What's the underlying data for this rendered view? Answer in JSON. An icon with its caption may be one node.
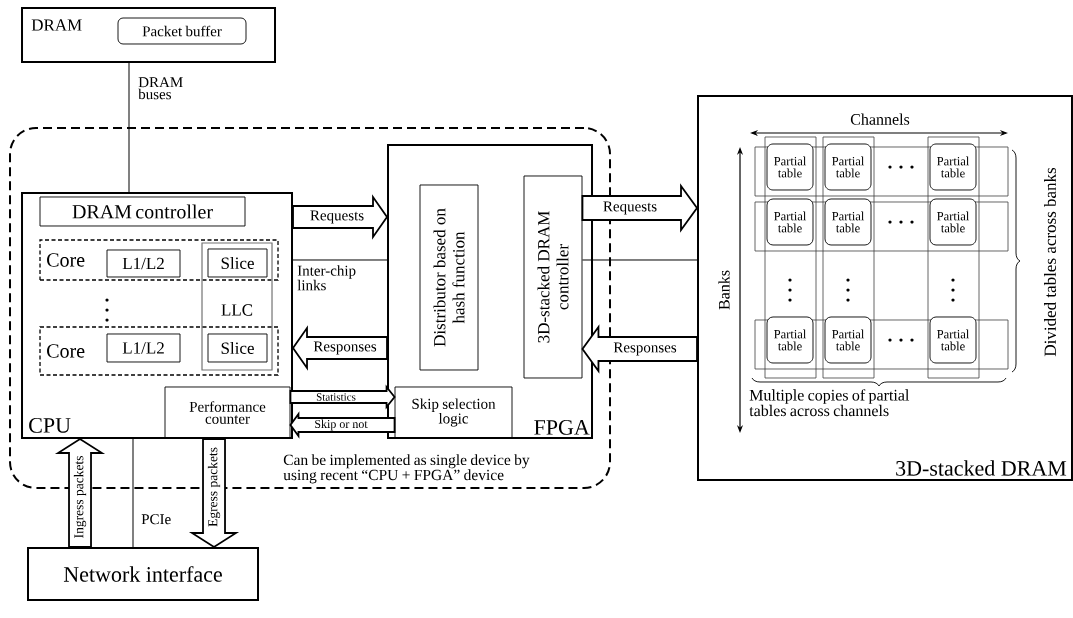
{
  "diagram": {
    "nodes": [
      {
        "text": [
          "DRAM"
        ]
      },
      {
        "text": [
          "Packet buffer"
        ],
        "in": 0
      },
      {
        "text": [
          "Can be implemented as single device by using recent “CPU + FPGA” device"
        ]
      },
      {
        "text": [
          "CPU"
        ],
        "in": 2
      },
      {
        "text": [
          "DRAM controller"
        ],
        "in": 3
      },
      {
        "text": [
          "Core"
        ],
        "in": 3
      },
      {
        "text": [
          "L1/L2"
        ],
        "in": 5
      },
      {
        "text": [
          "LLC"
        ],
        "in": 3
      },
      {
        "text": [
          "Slice"
        ]
      },
      {
        "text": [
          "Core"
        ],
        "in": 3
      },
      {
        "text": [
          "L1/L2"
        ],
        "in": 9
      },
      {
        "text": [
          "Slice"
        ]
      },
      {
        "text": [
          "Performance counter"
        ],
        "in": 3
      },
      {
        "text": [
          "FPGA"
        ],
        "in": 2
      },
      {
        "text": [
          "Distributor based on hash function"
        ],
        "in": 13
      },
      {
        "text": [
          "3D-stacked DRAM controller"
        ],
        "in": 13
      },
      {
        "text": [
          "Skip selection logic"
        ],
        "in": 13
      },
      {
        "text": [
          "Network interface"
        ]
      },
      {
        "text": [
          "3D-stacked DRAM"
        ]
      },
      {
        "text": [
          "Partial table"
        ],
        "in": 18
      },
      {
        "text": [
          "Partial table"
        ],
        "in": 18
      },
      {
        "text": [
          "Partial table"
        ],
        "in": 18
      },
      {
        "text": [
          "Partial table"
        ],
        "in": 18
      },
      {
        "text": [
          "Partial table"
        ],
        "in": 18
      },
      {
        "text": [
          "Partial table"
        ],
        "in": 18
      },
      {
        "text": [
          "Partial table"
        ],
        "in": 18
      },
      {
        "text": [
          "Partial table"
        ],
        "in": 18
      },
      {
        "text": [
          "Partial table"
        ],
        "in": 18
      }
    ],
    "edges": [
      {
        "from": 0,
        "to": 3,
        "arrow": "none",
        "label": "DRAM buses"
      },
      {
        "from": 3,
        "to": 13,
        "arrow": "to",
        "label": "Requests",
        "style": "thick"
      },
      {
        "from": 13,
        "to": 3,
        "arrow": "to",
        "label": "Responses",
        "style": "thick"
      },
      {
        "from": 12,
        "to": 16,
        "arrow": "to",
        "label": "Statistics",
        "style": "thick"
      },
      {
        "from": 16,
        "to": 12,
        "arrow": "to",
        "label": "Skip or not",
        "style": "thick"
      },
      {
        "from": 17,
        "to": 3,
        "arrow": "to",
        "label": "Ingress packets",
        "style": "thick"
      },
      {
        "from": 3,
        "to": 17,
        "arrow": "to",
        "label": "Egress packets",
        "style": "thick"
      },
      {
        "from": 3,
        "to": 17,
        "arrow": "none",
        "label": "PCIe"
      },
      {
        "from": 15,
        "to": 18,
        "arrow": "to",
        "label": "Requests",
        "style": "thick"
      },
      {
        "from": 18,
        "to": 15,
        "arrow": "to",
        "label": "Responses",
        "style": "thick"
      },
      {
        "from": 15,
        "to": 18,
        "arrow": "none"
      },
      {
        "from": 3,
        "to": 13,
        "arrow": "none"
      }
    ],
    "labels": [
      "Inter-chip links",
      "Channels",
      "Banks",
      "Divided tables across banks",
      "Multiple copies of partial tables across channels"
    ]
  }
}
